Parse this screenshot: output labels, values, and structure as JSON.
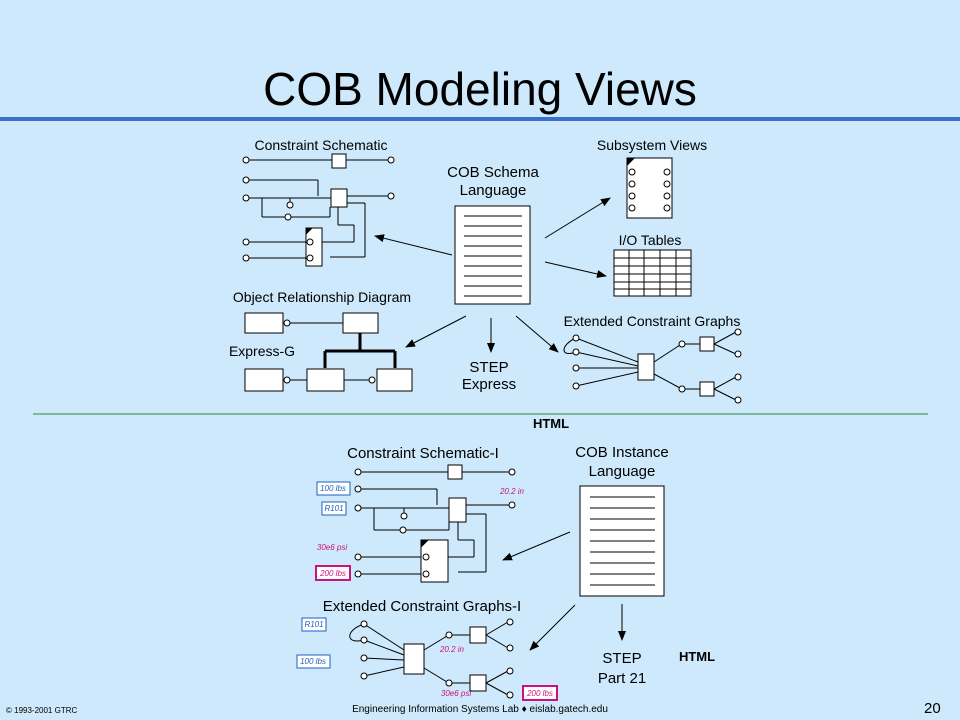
{
  "slide": {
    "title": "COB Modeling Views",
    "page_number": "20",
    "copyright": "© 1993-2001  GTRC",
    "footer_lab": "Engineering Information Systems Lab",
    "footer_site": "eislab.gatech.edu",
    "footer_sep": "♦"
  },
  "top": {
    "constraint_schematic": "Constraint Schematic",
    "schema_language_1": "COB Schema",
    "schema_language_2": "Language",
    "subsystem_views": "Subsystem Views",
    "io_tables": "I/O Tables",
    "object_relationship": "Object Relationship Diagram",
    "express_g": "Express-G",
    "step_1": "STEP",
    "step_2": "Express",
    "extended_graphs": "Extended Constraint Graphs",
    "html": "HTML"
  },
  "bottom": {
    "constraint_schematic_i": "Constraint Schematic-I",
    "instance_language_1": "COB Instance",
    "instance_language_2": "Language",
    "extended_graphs_i": "Extended Constraint Graphs-I",
    "step_1": "STEP",
    "step_2": "Part 21",
    "html": "HTML",
    "tags": {
      "lbs100_a": "100 lbs",
      "r101_a": "R101",
      "in202_a": "20.2 in",
      "psi_a": "30e6 psi",
      "lbs200_a": "200 lbs",
      "r101_b": "R101",
      "lbs100_b": "100 lbs",
      "in202_b": "20.2 in",
      "psi_b": "30e6 psi",
      "lbs200_b": "200 lbs"
    }
  },
  "colors": {
    "background": "#cde9fb",
    "title_rule": "#3a6fd0",
    "divider": "#2e8b3a",
    "tag_blue": "#1f5fbf",
    "tag_pink": "#d0107a"
  }
}
